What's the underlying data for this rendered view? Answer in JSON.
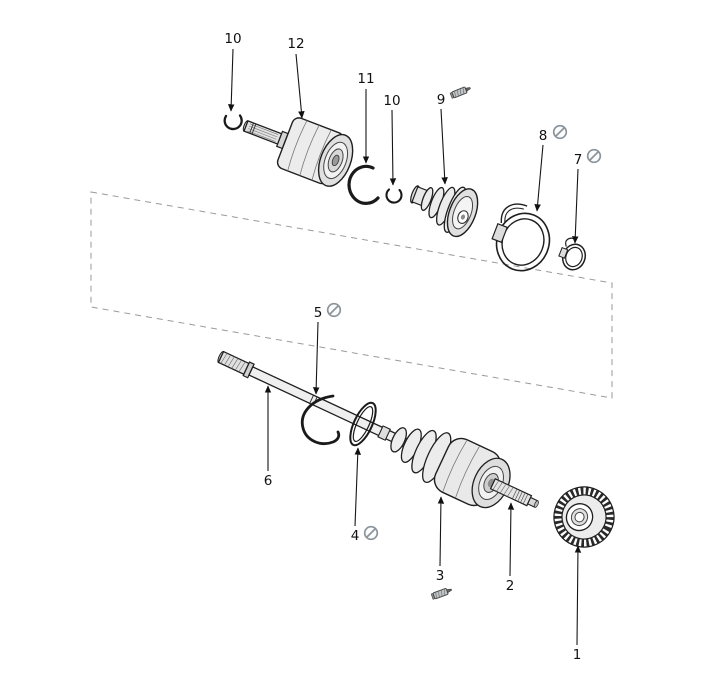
{
  "diagram": {
    "type": "exploded-parts-diagram",
    "subject": "drive-shaft-cv-axle-assembly",
    "colors": {
      "line": "#1a1a1a",
      "symbol_gray": "#8b939a",
      "fill_light": "#ececec",
      "fill_mid": "#d6d6d6",
      "background": "#ffffff"
    },
    "symbols": {
      "discard": "slashed-circle",
      "grease": "grease-tube"
    },
    "callouts": [
      {
        "label": "10",
        "part": "inner-joint-snap-ring",
        "symbol": null
      },
      {
        "label": "12",
        "part": "inner-cv-joint",
        "symbol": null
      },
      {
        "label": "11",
        "part": "circlip",
        "symbol": null
      },
      {
        "label": "10",
        "part": "retainer-ring",
        "symbol": null
      },
      {
        "label": "9",
        "part": "grease",
        "symbol": "grease-tube"
      },
      {
        "label": "8",
        "part": "boot-band-large",
        "symbol": "discard"
      },
      {
        "label": "7",
        "part": "boot-band-small",
        "symbol": "discard"
      },
      {
        "label": "5",
        "part": "shaft-snap-ring",
        "symbol": "discard"
      },
      {
        "label": "6",
        "part": "axle-shaft",
        "symbol": null
      },
      {
        "label": "4",
        "part": "damper-band",
        "symbol": "discard"
      },
      {
        "label": "3",
        "part": "grease",
        "symbol": "grease-tube"
      },
      {
        "label": "2",
        "part": "outer-cv-joint",
        "symbol": null
      },
      {
        "label": "1",
        "part": "abs-tone-wheel",
        "symbol": null
      }
    ]
  }
}
